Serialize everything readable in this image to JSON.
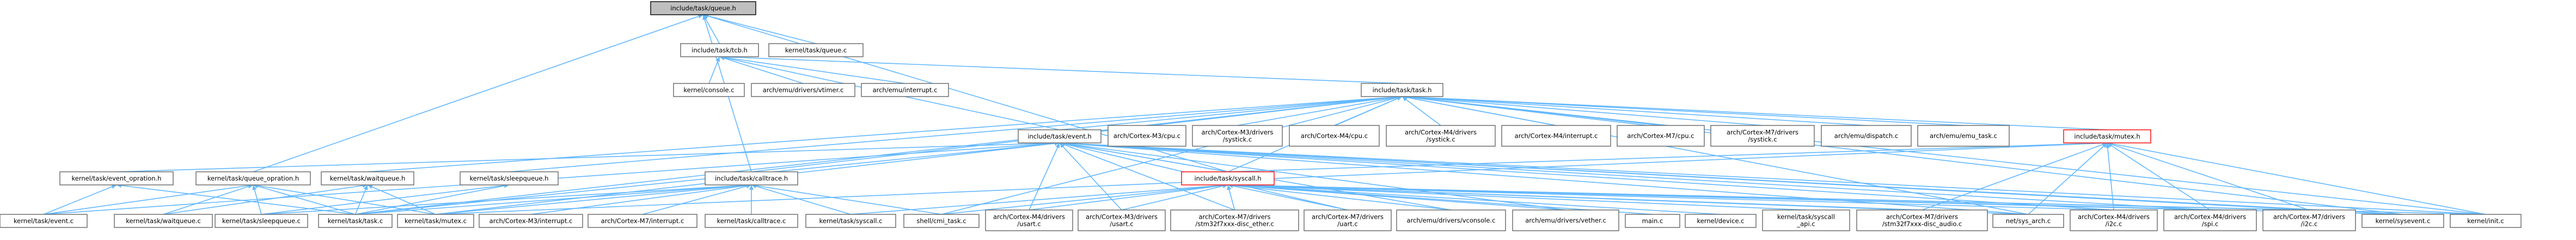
{
  "graph": {
    "nodes": [
      {
        "id": "n0",
        "lines": [
          "include/task/queue.h"
        ],
        "style": "root"
      },
      {
        "id": "n1",
        "lines": [
          "include/task/tcb.h"
        ]
      },
      {
        "id": "n2",
        "lines": [
          "kernel/task/queue.c"
        ]
      },
      {
        "id": "n3",
        "lines": [
          "kernel/console.c"
        ]
      },
      {
        "id": "n4",
        "lines": [
          "arch/emu/drivers/vtimer.c"
        ]
      },
      {
        "id": "n5",
        "lines": [
          "arch/emu/interrupt.c"
        ]
      },
      {
        "id": "n6",
        "lines": [
          "include/task/task.h"
        ]
      },
      {
        "id": "n7",
        "lines": [
          "include/task/event.h"
        ]
      },
      {
        "id": "n8",
        "lines": [
          "arch/Cortex-M3/cpu.c"
        ]
      },
      {
        "id": "n9",
        "lines": [
          "arch/Cortex-M3/drivers",
          "/systick.c"
        ]
      },
      {
        "id": "n10",
        "lines": [
          "arch/Cortex-M4/cpu.c"
        ]
      },
      {
        "id": "n11",
        "lines": [
          "arch/Cortex-M4/drivers",
          "/systick.c"
        ]
      },
      {
        "id": "n12",
        "lines": [
          "arch/Cortex-M4/interrupt.c"
        ]
      },
      {
        "id": "n13",
        "lines": [
          "arch/Cortex-M7/cpu.c"
        ]
      },
      {
        "id": "n14",
        "lines": [
          "arch/Cortex-M7/drivers",
          "/systick.c"
        ]
      },
      {
        "id": "n15",
        "lines": [
          "arch/emu/dispatch.c"
        ]
      },
      {
        "id": "n16",
        "lines": [
          "arch/emu/emu_task.c"
        ]
      },
      {
        "id": "n17",
        "lines": [
          "include/task/mutex.h"
        ],
        "style": "red"
      },
      {
        "id": "n18",
        "lines": [
          "kernel/task/event_opration.h"
        ]
      },
      {
        "id": "n19",
        "lines": [
          "kernel/task/queue_opration.h"
        ]
      },
      {
        "id": "n20",
        "lines": [
          "kernel/task/waitqueue.h"
        ]
      },
      {
        "id": "n21",
        "lines": [
          "kernel/task/sleepqueue.h"
        ]
      },
      {
        "id": "n22",
        "lines": [
          "include/task/calltrace.h"
        ]
      },
      {
        "id": "n23",
        "lines": [
          "include/task/syscall.h"
        ],
        "style": "red"
      },
      {
        "id": "n24",
        "lines": [
          "kernel/task/event.c"
        ]
      },
      {
        "id": "n25",
        "lines": [
          "kernel/task/waitqueue.c"
        ]
      },
      {
        "id": "n26",
        "lines": [
          "kernel/task/sleepqueue.c"
        ]
      },
      {
        "id": "n27",
        "lines": [
          "kernel/task/task.c"
        ]
      },
      {
        "id": "n28",
        "lines": [
          "kernel/task/mutex.c"
        ]
      },
      {
        "id": "n29",
        "lines": [
          "arch/Cortex-M3/interrupt.c"
        ]
      },
      {
        "id": "n30",
        "lines": [
          "arch/Cortex-M7/interrupt.c"
        ]
      },
      {
        "id": "n31",
        "lines": [
          "kernel/task/calltrace.c"
        ]
      },
      {
        "id": "n32",
        "lines": [
          "kernel/task/syscall.c"
        ]
      },
      {
        "id": "n33",
        "lines": [
          "shell/cmi_task.c"
        ]
      },
      {
        "id": "n34",
        "lines": [
          "arch/Cortex-M4/drivers",
          "/usart.c"
        ]
      },
      {
        "id": "n35",
        "lines": [
          "arch/Cortex-M3/drivers",
          "/usart.c"
        ]
      },
      {
        "id": "n36",
        "lines": [
          "arch/Cortex-M7/drivers",
          "/stm32f7xxx-disc_ether.c"
        ]
      },
      {
        "id": "n37",
        "lines": [
          "arch/Cortex-M7/drivers",
          "/uart.c"
        ]
      },
      {
        "id": "n38",
        "lines": [
          "arch/emu/drivers/vconsole.c"
        ]
      },
      {
        "id": "n39",
        "lines": [
          "arch/emu/drivers/vether.c"
        ]
      },
      {
        "id": "n40",
        "lines": [
          "main.c"
        ]
      },
      {
        "id": "n41",
        "lines": [
          "kernel/device.c"
        ]
      },
      {
        "id": "n42",
        "lines": [
          "kernel/task/syscall",
          "_api.c"
        ]
      },
      {
        "id": "n43",
        "lines": [
          "arch/Cortex-M7/drivers",
          "/stm32f7xxx-disc_audio.c"
        ]
      },
      {
        "id": "n44",
        "lines": [
          "net/sys_arch.c"
        ]
      },
      {
        "id": "n45",
        "lines": [
          "arch/Cortex-M4/drivers",
          "/i2c.c"
        ]
      },
      {
        "id": "n46",
        "lines": [
          "arch/Cortex-M4/drivers",
          "/spi.c"
        ]
      },
      {
        "id": "n47",
        "lines": [
          "arch/Cortex-M7/drivers",
          "/i2c.c"
        ]
      },
      {
        "id": "n48",
        "lines": [
          "kernel/sysevent.c"
        ]
      },
      {
        "id": "n49",
        "lines": [
          "kernel/init.c"
        ]
      }
    ],
    "edges": [
      [
        "n0",
        "n1"
      ],
      [
        "n0",
        "n2"
      ],
      [
        "n0",
        "n19"
      ],
      [
        "n0",
        "n22"
      ],
      [
        "n0",
        "n23"
      ],
      [
        "n1",
        "n3"
      ],
      [
        "n1",
        "n4"
      ],
      [
        "n1",
        "n5"
      ],
      [
        "n1",
        "n6"
      ],
      [
        "n1",
        "n7"
      ],
      [
        "n6",
        "n8"
      ],
      [
        "n6",
        "n9"
      ],
      [
        "n6",
        "n10"
      ],
      [
        "n6",
        "n11"
      ],
      [
        "n6",
        "n12"
      ],
      [
        "n6",
        "n13"
      ],
      [
        "n6",
        "n14"
      ],
      [
        "n6",
        "n15"
      ],
      [
        "n6",
        "n16"
      ],
      [
        "n6",
        "n17"
      ],
      [
        "n6",
        "n7"
      ],
      [
        "n6",
        "n20"
      ],
      [
        "n6",
        "n21"
      ],
      [
        "n6",
        "n22"
      ],
      [
        "n6",
        "n23"
      ],
      [
        "n6",
        "n27"
      ],
      [
        "n6",
        "n33"
      ],
      [
        "n6",
        "n44"
      ],
      [
        "n6",
        "n48"
      ],
      [
        "n6",
        "n49"
      ],
      [
        "n7",
        "n18"
      ],
      [
        "n7",
        "n23"
      ],
      [
        "n7",
        "n24"
      ],
      [
        "n7",
        "n27"
      ],
      [
        "n7",
        "n28"
      ],
      [
        "n7",
        "n34"
      ],
      [
        "n7",
        "n35"
      ],
      [
        "n7",
        "n36"
      ],
      [
        "n7",
        "n37"
      ],
      [
        "n7",
        "n38"
      ],
      [
        "n7",
        "n39"
      ],
      [
        "n7",
        "n44"
      ],
      [
        "n7",
        "n45"
      ],
      [
        "n7",
        "n46"
      ],
      [
        "n7",
        "n47"
      ],
      [
        "n7",
        "n48"
      ],
      [
        "n7",
        "n49"
      ],
      [
        "n17",
        "n23"
      ],
      [
        "n17",
        "n28"
      ],
      [
        "n17",
        "n43"
      ],
      [
        "n17",
        "n44"
      ],
      [
        "n17",
        "n45"
      ],
      [
        "n17",
        "n46"
      ],
      [
        "n17",
        "n47"
      ],
      [
        "n17",
        "n49"
      ],
      [
        "n18",
        "n24"
      ],
      [
        "n18",
        "n27"
      ],
      [
        "n19",
        "n25"
      ],
      [
        "n19",
        "n26"
      ],
      [
        "n19",
        "n27"
      ],
      [
        "n19",
        "n28"
      ],
      [
        "n19",
        "n24"
      ],
      [
        "n20",
        "n25"
      ],
      [
        "n20",
        "n27"
      ],
      [
        "n20",
        "n28"
      ],
      [
        "n21",
        "n26"
      ],
      [
        "n21",
        "n27"
      ],
      [
        "n22",
        "n27"
      ],
      [
        "n22",
        "n28"
      ],
      [
        "n22",
        "n29"
      ],
      [
        "n22",
        "n30"
      ],
      [
        "n22",
        "n31"
      ],
      [
        "n22",
        "n32"
      ],
      [
        "n22",
        "n33"
      ],
      [
        "n22",
        "n26"
      ],
      [
        "n23",
        "n32"
      ],
      [
        "n23",
        "n33"
      ],
      [
        "n23",
        "n34"
      ],
      [
        "n23",
        "n35"
      ],
      [
        "n23",
        "n36"
      ],
      [
        "n23",
        "n37"
      ],
      [
        "n23",
        "n38"
      ],
      [
        "n23",
        "n39"
      ],
      [
        "n23",
        "n40"
      ],
      [
        "n23",
        "n41"
      ],
      [
        "n23",
        "n42"
      ],
      [
        "n23",
        "n43"
      ],
      [
        "n23",
        "n44"
      ],
      [
        "n23",
        "n45"
      ],
      [
        "n23",
        "n46"
      ],
      [
        "n23",
        "n47"
      ],
      [
        "n23",
        "n48"
      ],
      [
        "n23",
        "n49"
      ]
    ]
  }
}
